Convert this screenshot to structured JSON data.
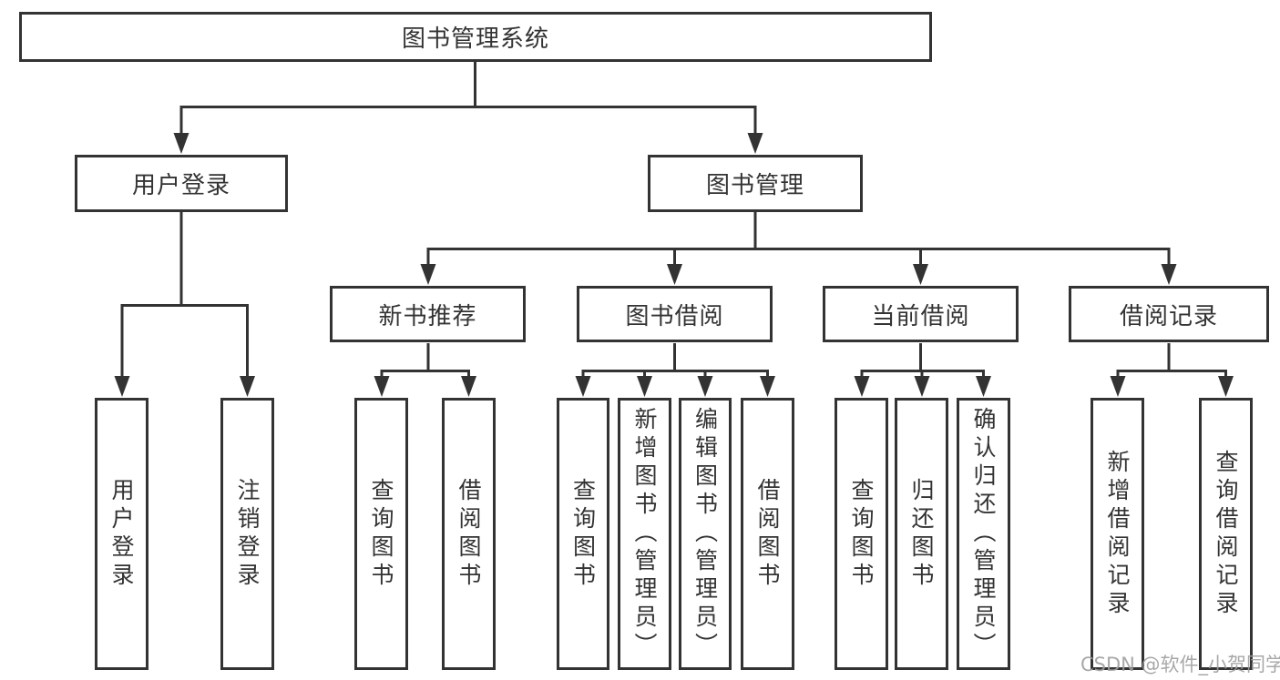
{
  "page": {
    "background": "#ffffff"
  },
  "colors": {
    "line": "#333333",
    "text": "#333333",
    "watermark": "#9e9e9e"
  },
  "watermark": {
    "text": "CSDN @软件_小贺同学"
  },
  "diagram": {
    "root": {
      "label": "图书管理系统"
    },
    "branches": [
      {
        "label": "用户登录",
        "leaves": [
          {
            "label": "用户登录"
          },
          {
            "label": "注销登录"
          }
        ]
      },
      {
        "label": "图书管理",
        "groups": [
          {
            "label": "新书推荐",
            "leaves": [
              {
                "label": "查询图书"
              },
              {
                "label": "借阅图书"
              }
            ]
          },
          {
            "label": "图书借阅",
            "leaves": [
              {
                "label": "查询图书"
              },
              {
                "label": "新增图书（管理员）"
              },
              {
                "label": "编辑图书（管理员）"
              },
              {
                "label": "借阅图书"
              }
            ]
          },
          {
            "label": "当前借阅",
            "leaves": [
              {
                "label": "查询图书"
              },
              {
                "label": "归还图书"
              },
              {
                "label": "确认归还（管理员）"
              }
            ]
          },
          {
            "label": "借阅记录",
            "leaves": [
              {
                "label": "新增借阅记录"
              },
              {
                "label": "查询借阅记录"
              }
            ]
          }
        ]
      }
    ]
  }
}
